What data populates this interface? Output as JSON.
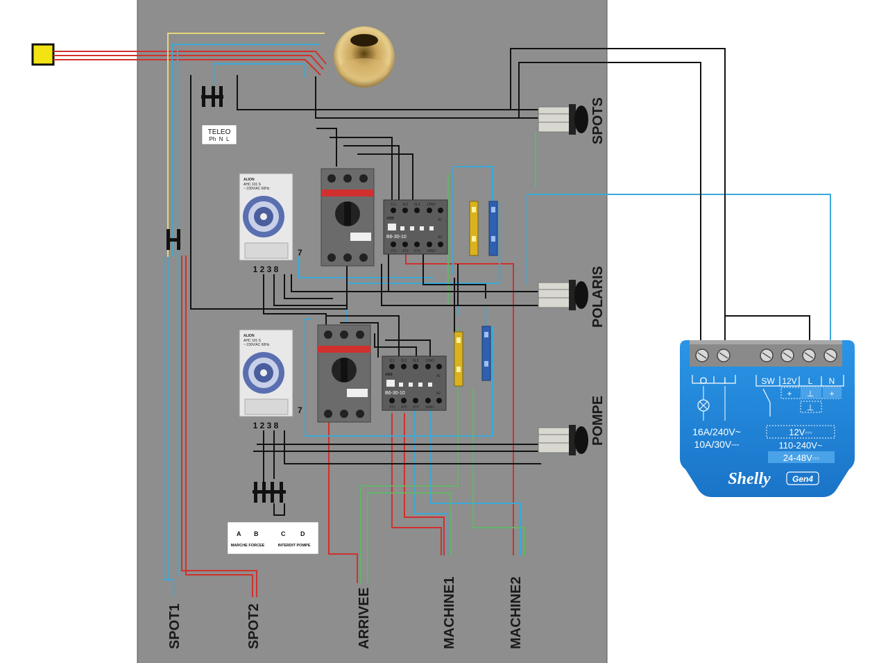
{
  "labels": {
    "spots": "SPOTS",
    "polaris": "POLARIS",
    "pompe": "POMPE",
    "spot1": "SPOT1",
    "spot2": "SPOT2",
    "arrivee": "ARRIVEE",
    "machine1": "MACHINE1",
    "machine2": "MACHINE2"
  },
  "teleo": {
    "title": "TELEO",
    "sub": "Ph  N  L"
  },
  "selector": {
    "a": "A",
    "b": "B",
    "c": "C",
    "d": "D",
    "left": "MARCHE FORCEE",
    "right": "INTERDIT POMPE"
  },
  "timer1": {
    "brand": "ALION",
    "line1": "AHC 101 S",
    "line2": "~ 230V/AC 60Hz",
    "digits": "1 2 3 8",
    "seven": "7"
  },
  "timer2": {
    "brand": "ALION",
    "line1": "AHC 101 S",
    "line2": "~ 230V/AC 60Hz",
    "digits": "1 2 3 8",
    "seven": "7"
  },
  "contactor1": {
    "brand": "ABB",
    "model": "B6-30-10",
    "top": [
      "1L1",
      "3L2",
      "5L3",
      "13NO"
    ],
    "bottom": [
      "2T1",
      "4T2",
      "6T3",
      "14NO"
    ],
    "a1": "A1",
    "a2": "A2"
  },
  "contactor2": {
    "brand": "ABB",
    "model": "B6-30-10",
    "top": [
      "1L1",
      "3L2",
      "5L3",
      "13NO"
    ],
    "bottom": [
      "2T1",
      "4T2",
      "6T3",
      "14NO"
    ],
    "a1": "A1",
    "a2": "A2"
  },
  "shelly": {
    "terminals": [
      "O",
      "I",
      "SW",
      "12V",
      "L",
      "N"
    ],
    "plus": "+",
    "ground": "⊥",
    "rating1": "16A/240V~",
    "rating2": "10A/30V⎓",
    "v12": "12V⎓",
    "v110": "110-240V~",
    "v24": "24-48V⎓",
    "brand": "Shelly",
    "gen": "Gen4"
  },
  "colors": {
    "panel": "#8d8e8d",
    "wire_red": "#d0302e",
    "wire_blue": "#3ba8d8",
    "wire_black": "#111111",
    "wire_green": "#66b36a",
    "wire_yellow": "#e8d67a",
    "shelly_blue": "#1f83d6",
    "terminal_yellow": "#f3e313"
  }
}
